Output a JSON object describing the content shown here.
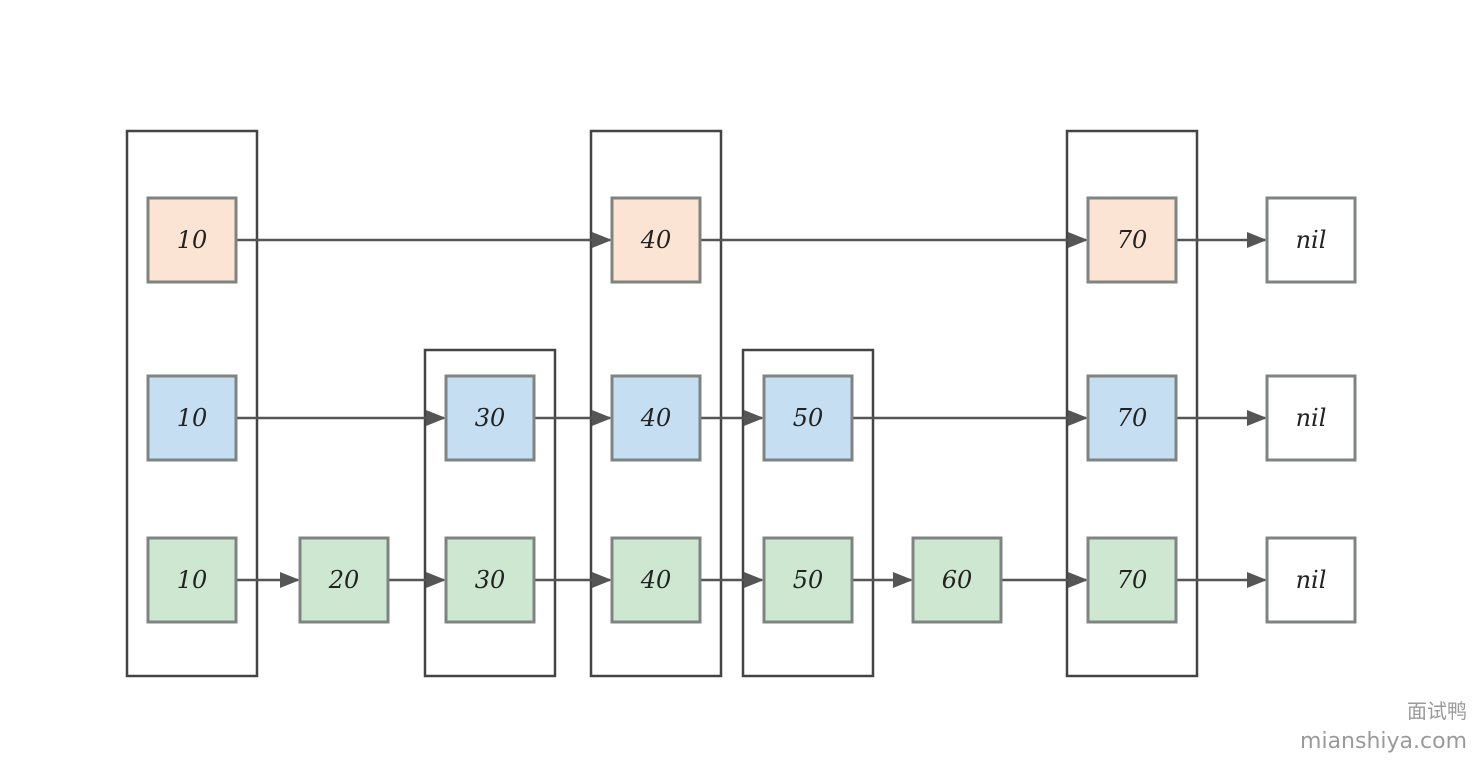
{
  "colors": {
    "level_top": "#fce4d4",
    "level_mid": "#c5def2",
    "level_bottom": "#cde7d0",
    "nil": "#ffffff"
  },
  "levels": [
    {
      "name": "top",
      "color_key": "level_top",
      "nodes": [
        {
          "label": "10",
          "col": 0
        },
        {
          "label": "40",
          "col": 3
        },
        {
          "label": "70",
          "col": 6
        },
        {
          "label": "nil",
          "col": 7,
          "terminal": true
        }
      ]
    },
    {
      "name": "middle",
      "color_key": "level_mid",
      "nodes": [
        {
          "label": "10",
          "col": 0
        },
        {
          "label": "30",
          "col": 2
        },
        {
          "label": "40",
          "col": 3
        },
        {
          "label": "50",
          "col": 4
        },
        {
          "label": "70",
          "col": 6
        },
        {
          "label": "nil",
          "col": 7,
          "terminal": true
        }
      ]
    },
    {
      "name": "bottom",
      "color_key": "level_bottom",
      "nodes": [
        {
          "label": "10",
          "col": 0
        },
        {
          "label": "20",
          "col": 1
        },
        {
          "label": "30",
          "col": 2
        },
        {
          "label": "40",
          "col": 3
        },
        {
          "label": "50",
          "col": 4
        },
        {
          "label": "60",
          "col": 5
        },
        {
          "label": "70",
          "col": 6
        },
        {
          "label": "nil",
          "col": 7,
          "terminal": true
        }
      ]
    }
  ],
  "groups": [
    {
      "value": "10",
      "col": 0,
      "top_level": 0
    },
    {
      "value": "30",
      "col": 2,
      "top_level": 1
    },
    {
      "value": "40",
      "col": 3,
      "top_level": 0
    },
    {
      "value": "50",
      "col": 4,
      "top_level": 1
    },
    {
      "value": "70",
      "col": 6,
      "top_level": 0
    }
  ],
  "watermark": {
    "chinese": "面试鸭",
    "url": "mianshiya.com"
  }
}
